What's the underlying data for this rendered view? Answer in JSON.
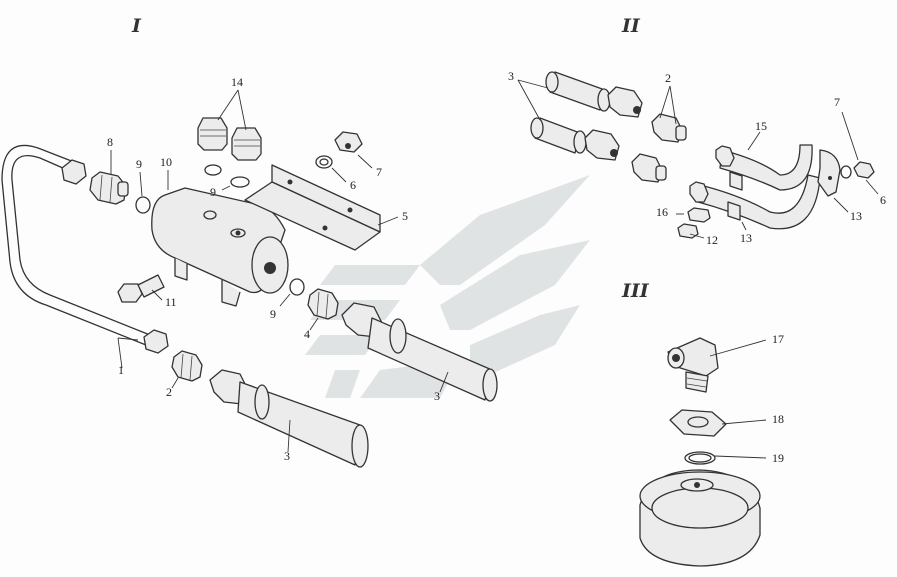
{
  "sections": [
    {
      "id": "I",
      "label": "I"
    },
    {
      "id": "II",
      "label": "II"
    },
    {
      "id": "III",
      "label": "III"
    }
  ],
  "callouts": {
    "s1": [
      "1",
      "2",
      "3",
      "3",
      "4",
      "5",
      "6",
      "7",
      "8",
      "9",
      "9",
      "9",
      "10",
      "11",
      "14"
    ],
    "s2": [
      "2",
      "3",
      "6",
      "7",
      "12",
      "13",
      "13",
      "15",
      "16"
    ],
    "s3": [
      "17",
      "18",
      "19"
    ]
  },
  "colors": {
    "line": "#333333",
    "watermark": "#c9cdd0"
  }
}
